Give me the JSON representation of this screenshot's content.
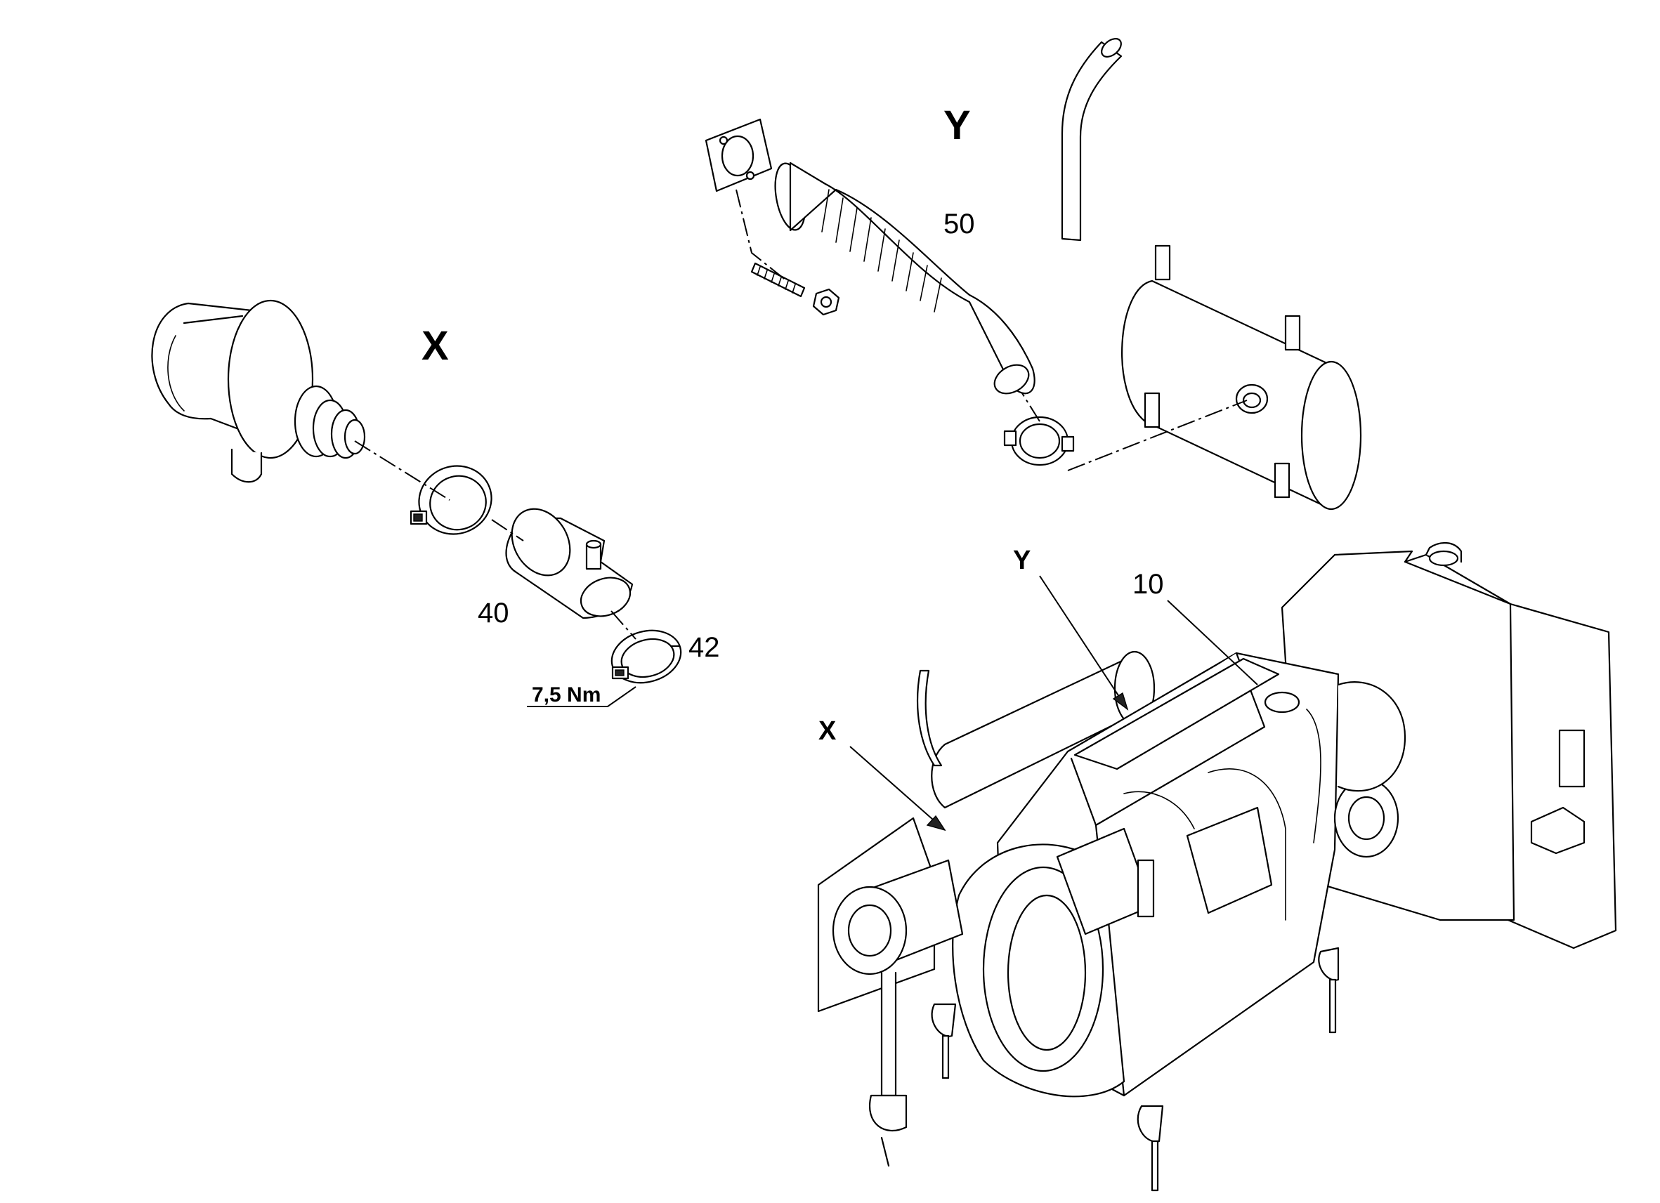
{
  "labels": {
    "section_x": "X",
    "section_y": "Y",
    "engine_x": "X",
    "engine_y": "Y"
  },
  "callouts": {
    "engine": "10",
    "intake_elbow": "40",
    "hose_clamp": "42",
    "exhaust_pipe": "50"
  },
  "torque": {
    "clamp_torque": "7,5 Nm"
  }
}
